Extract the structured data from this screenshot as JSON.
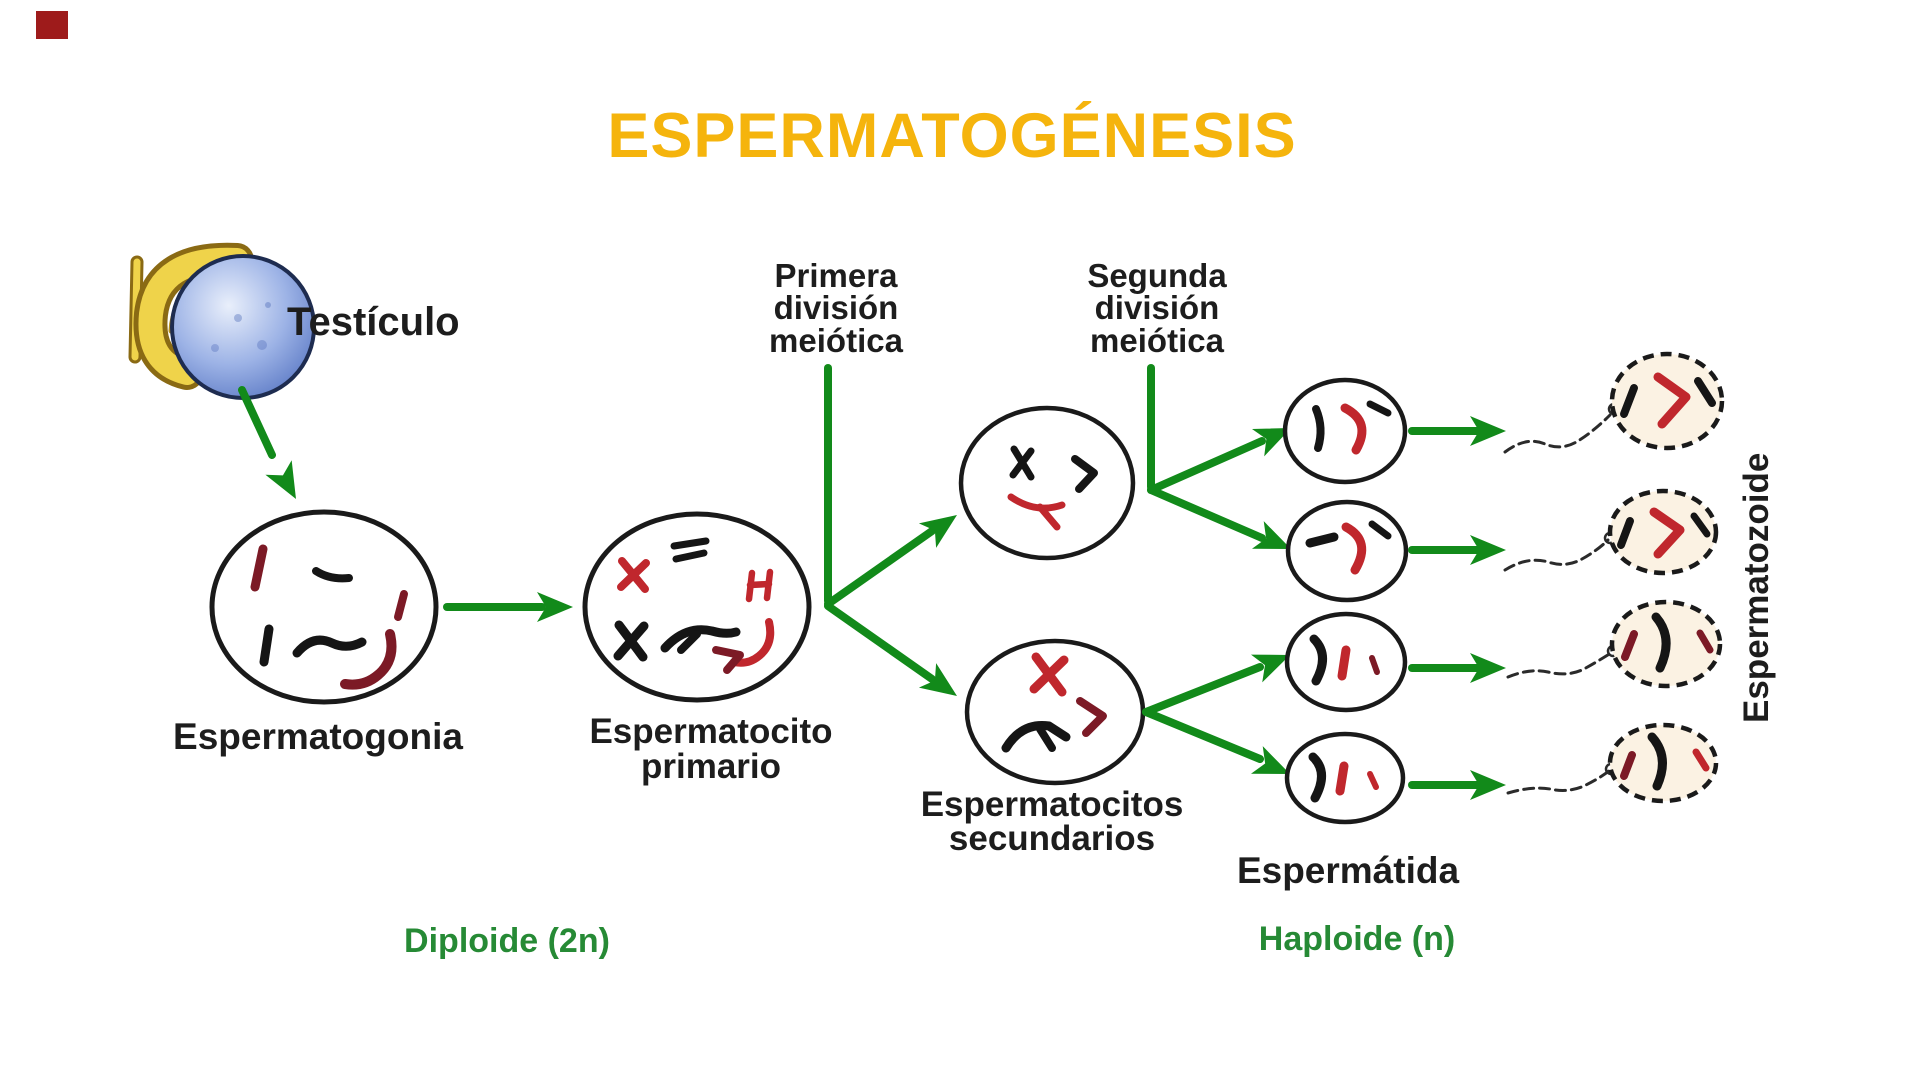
{
  "title": {
    "text": "ESPERMATOGÉNESIS"
  },
  "stages": {
    "testicle": "Testículo",
    "spermatogonium": "Espermatogonia",
    "primary_spermatocyte": [
      "Espermatocito",
      "primario"
    ],
    "secondary_spermatocytes": [
      "Espermatocitos",
      "secundarios"
    ],
    "spermatid": "Espermátida",
    "spermatozoon": "Espermatozoide"
  },
  "divisions": {
    "first": [
      "Primera",
      "división",
      "meiótica"
    ],
    "second": [
      "Segunda",
      "división",
      "meiótica"
    ]
  },
  "ploidy": {
    "diploid": "Diploide (2n)",
    "haploid": "Haploide (n)"
  },
  "colors": {
    "title-gold": "#F5B40D",
    "arrow-green": "#128A1A",
    "ploidy-green": "#268A35",
    "label-dark": "#1D1D1D",
    "chromosome-red": "#C0272D",
    "chromosome-dark-red": "#7C1A26",
    "chromosome-black": "#151515",
    "cell-outline": "#1A1A1A",
    "sperm-head-fill": "#FBF2E3",
    "testis-blue": "#7F9ADE",
    "epididymis-yellow": "#EFD34A",
    "corner-red": "#9E1B1B"
  }
}
